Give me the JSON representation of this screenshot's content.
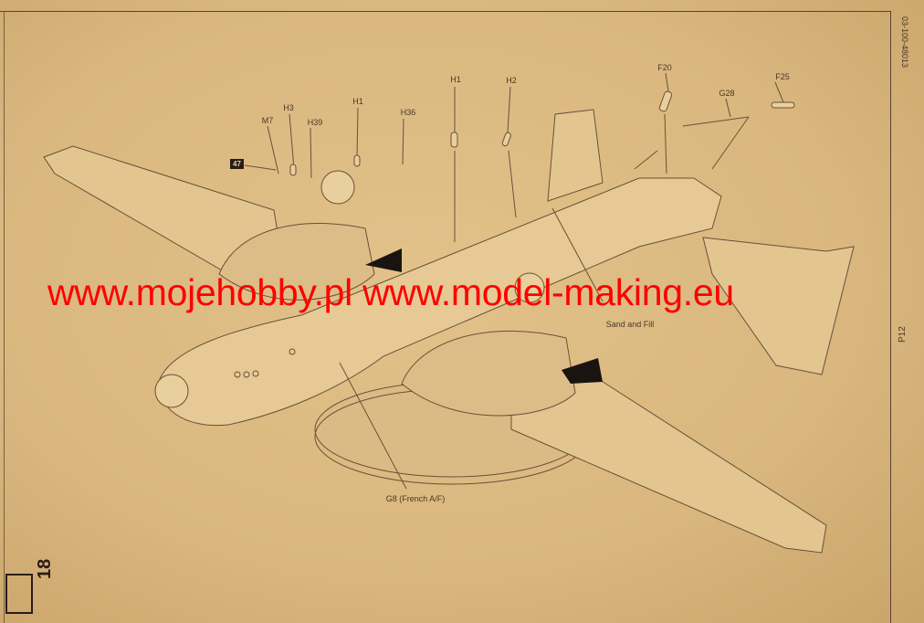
{
  "doc_code": "03-100-48013",
  "page_label": "P12",
  "step_number": "18",
  "step_ref_badge": "47",
  "callouts": [
    "M7",
    "H3",
    "H39",
    "H1",
    "H36",
    "H1",
    "H2",
    "F20",
    "G28",
    "F25"
  ],
  "notes": {
    "sand_fill": "Sand and Fill",
    "french": "G8 (French A/F)"
  },
  "watermark": "www.mojehobby.pl www.model-making.eu",
  "colors": {
    "paper": "#d9b77e",
    "ink": "#4a3626",
    "watermark": "#ff0000"
  }
}
